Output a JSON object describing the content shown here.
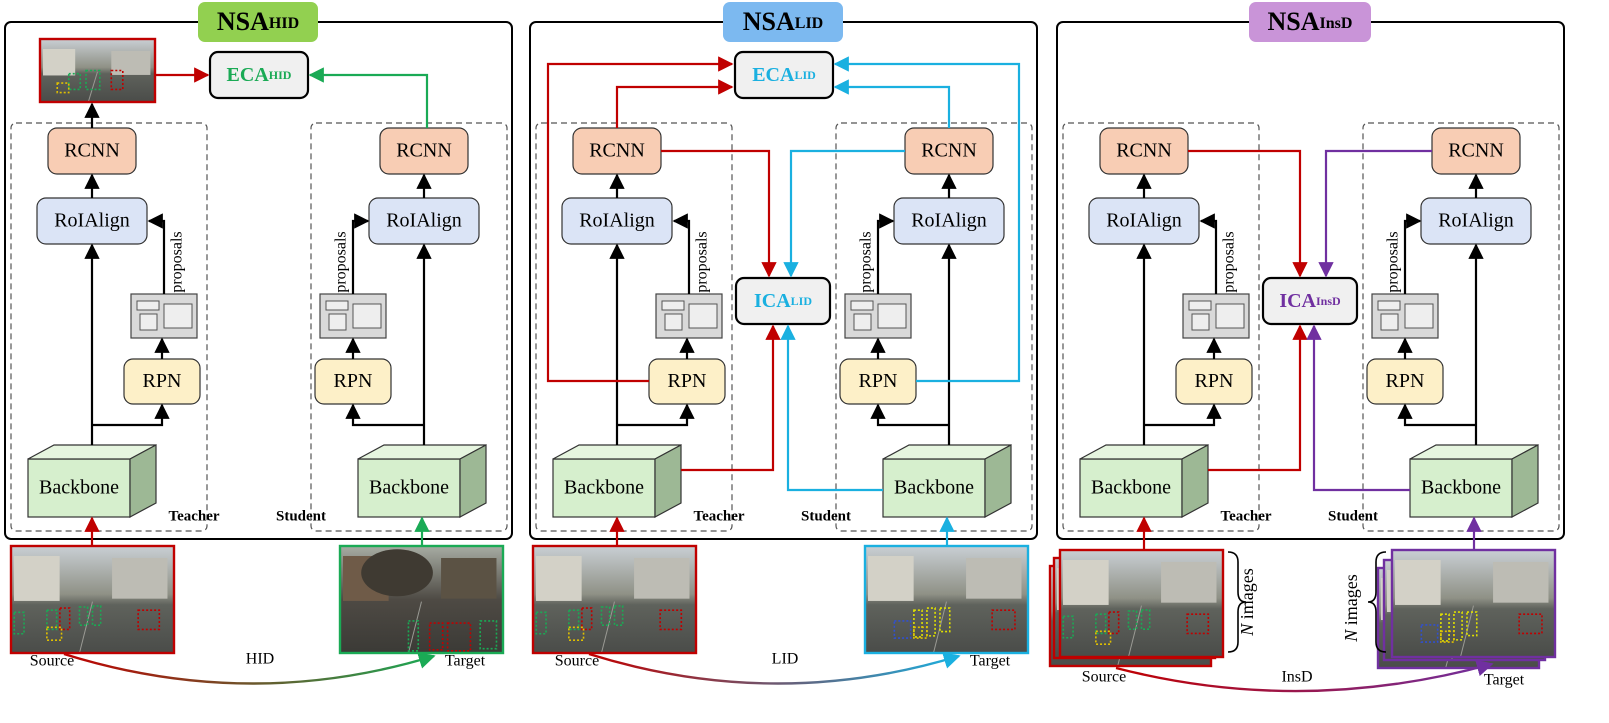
{
  "panels": [
    {
      "title_main": "NSA",
      "title_sub": "HID",
      "eca_main": "ECA",
      "eca_sub": "HID",
      "teacher_label": "Teacher",
      "student_label": "Student",
      "source_label": "Source",
      "target_label": "Target",
      "transfer_label": "HID"
    },
    {
      "title_main": "NSA",
      "title_sub": "LID",
      "eca_main": "ECA",
      "eca_sub": "LID",
      "ica_main": "ICA",
      "ica_sub": "LID",
      "teacher_label": "Teacher",
      "student_label": "Student",
      "source_label": "Source",
      "target_label": "Target",
      "transfer_label": "LID"
    },
    {
      "title_main": "NSA",
      "title_sub": "InsD",
      "ica_main": "ICA",
      "ica_sub": "InsD",
      "teacher_label": "Teacher",
      "student_label": "Student",
      "source_label": "Source",
      "target_label": "Target",
      "transfer_label": "InsD",
      "n_images_var": "N",
      "n_images_text": " images"
    }
  ],
  "modules": {
    "rcnn": "RCNN",
    "roialign": "RoIAlign",
    "rpn": "RPN",
    "backbone": "Backbone",
    "proposals": "proposals"
  },
  "colors": {
    "hid": "#1aaa55",
    "lid": "#1ab0e0",
    "insd": "#7030a0",
    "source_red": "#c00000",
    "title_hid_bg": "#92d050",
    "title_lid_bg": "#7cb9f0",
    "title_insd_bg": "#c994d8",
    "rcnn_fill": "#f8cdb4",
    "roialign_fill": "#dbe4f6",
    "rpn_fill": "#fdf0c8",
    "backbone_fill": "#d6efcd",
    "proposal_fill": "#d9d9d9",
    "attn_fill": "#f0f0f0"
  }
}
